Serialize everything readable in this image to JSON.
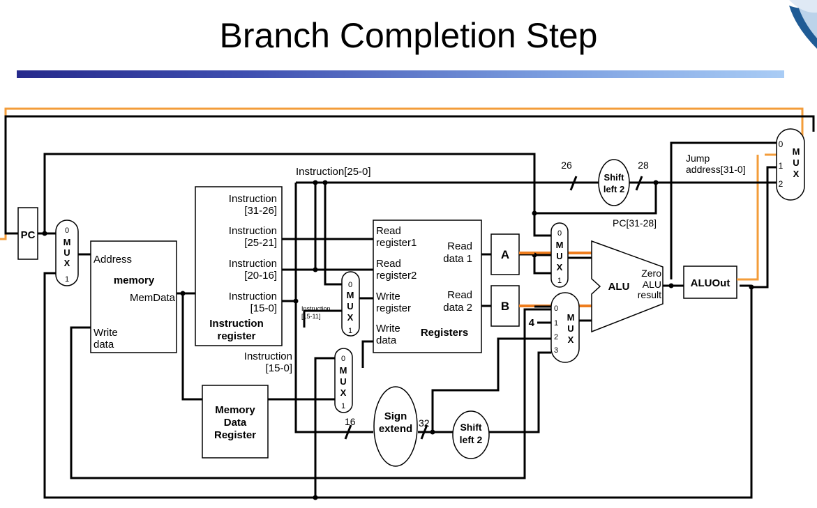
{
  "slide": {
    "title": "Branch Completion Step"
  },
  "colors": {
    "active_path": "#f39c3a",
    "title_bar_start": "#262a8c",
    "title_bar_end": "#a9ccf5"
  },
  "diagram": {
    "pc": "PC",
    "mux_letters": [
      "M",
      "U",
      "X"
    ],
    "mux_pc": {
      "in0": "0",
      "in1": "1"
    },
    "memory": {
      "address": "Address",
      "name": "memory",
      "memdata": "MemData",
      "write": "Write",
      "data": "data"
    },
    "ir": {
      "i31_26": [
        "Instruction",
        "[31-26]"
      ],
      "i25_21": [
        "Instruction",
        "[25-21]"
      ],
      "i20_16": [
        "Instruction",
        "[20-16]"
      ],
      "i15_0": [
        "Instruction",
        "[15-0]"
      ],
      "name": [
        "Instruction",
        "register"
      ]
    },
    "instr25_0": "Instruction[25-0]",
    "instr15_11": [
      "Instruction",
      "[15-11]"
    ],
    "instr15_0b": [
      "Instruction",
      "[15-0]"
    ],
    "registers": {
      "read_reg1": [
        "Read",
        "register1"
      ],
      "read_reg2": [
        "Read",
        "register2"
      ],
      "write_reg": [
        "Write",
        "register"
      ],
      "write_data": [
        "Write",
        "data"
      ],
      "read_data1": [
        "Read",
        "data 1"
      ],
      "read_data2": [
        "Read",
        "data 2"
      ],
      "name": "Registers"
    },
    "mux_wr": {
      "in0": "0",
      "in1": "1"
    },
    "mux_wd": {
      "in0": "0",
      "in1": "1"
    },
    "a": "A",
    "b": "B",
    "mux_alua": {
      "in0": "0",
      "in1": "1"
    },
    "mux_alub": {
      "in0": "0",
      "in1": "1",
      "in2": "2",
      "in3": "3",
      "const4": "4"
    },
    "alu": {
      "name": "ALU",
      "zero": "Zero",
      "alu_label": "ALU",
      "result": "result"
    },
    "aluout": "ALUOut",
    "mdr": [
      "Memory",
      "Data",
      "Register"
    ],
    "sign_extend": [
      "Sign",
      "extend"
    ],
    "shift_left_2": [
      "Shift",
      "left 2"
    ],
    "bits_16": "16",
    "bits_32": "32",
    "bits_26": "26",
    "bits_28": "28",
    "pc_31_28": "PC[31-28]",
    "jump_addr": [
      "Jump",
      "address[31-0]"
    ],
    "mux_pcsrc": {
      "in0": "0",
      "in1": "1",
      "in2": "2"
    }
  }
}
